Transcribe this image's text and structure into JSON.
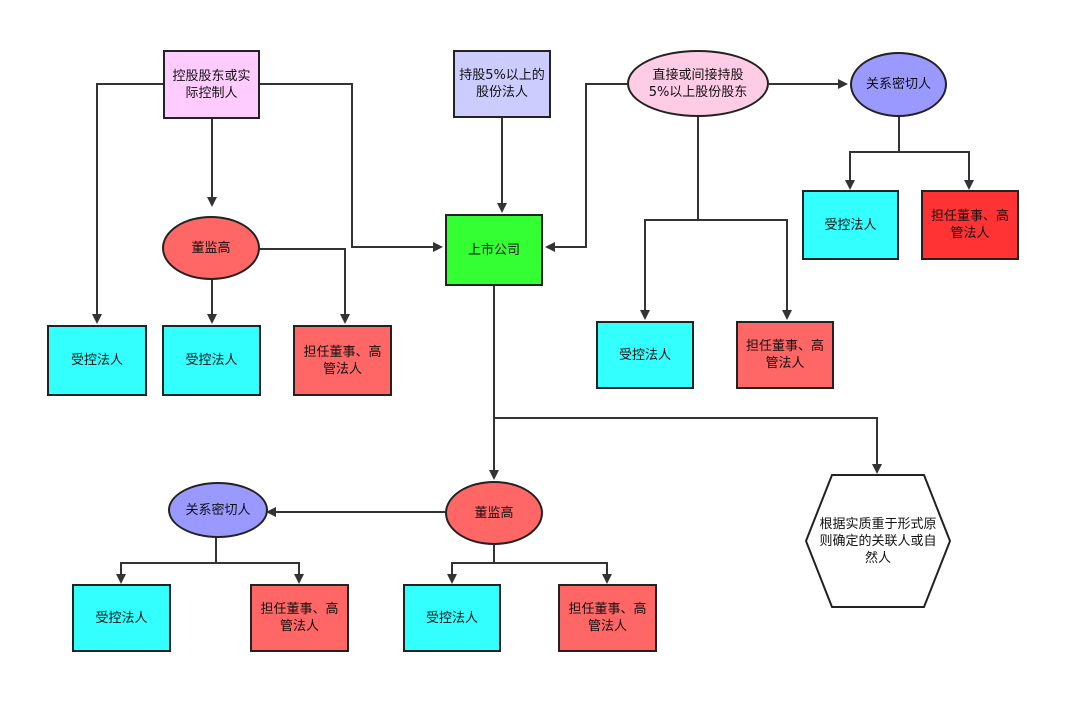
{
  "diagram": {
    "colors": {
      "pink": "#ffccff",
      "lavender": "#ccccff",
      "light_pink": "#ffcce6",
      "purple_blue": "#9999ff",
      "cyan": "#33ffff",
      "salmon": "#ff6666",
      "red": "#ff3333",
      "green": "#33ff33",
      "white": "#ffffff",
      "line": "#333333"
    },
    "nodes": {
      "controlling_shareholder": "控股股东或实际控制人",
      "holder_5pct_legal": "持股5%以上的股份法人",
      "holder_5pct_shareholder": "直接或间接持股5%以上股份股东",
      "close_relatives_top": "关系密切人",
      "controlled_legal_1": "受控法人",
      "director_legal_1": "担任董事、高管法人",
      "directors_supervisors_top": "董监高",
      "listed_company": "上市公司",
      "controlled_legal_2": "受控法人",
      "controlled_legal_3": "受控法人",
      "director_legal_2": "担任董事、高管法人",
      "controlled_legal_4": "受控法人",
      "director_legal_3": "担任董事、高管法人",
      "substance_over_form": "根据实质重于形式原则确定的关联人或自然人",
      "close_relatives_bottom": "关系密切人",
      "directors_supervisors_bottom": "董监高",
      "controlled_legal_5": "受控法人",
      "director_legal_4": "担任董事、高管法人",
      "controlled_legal_6": "受控法人",
      "director_legal_5": "担任董事、高管法人"
    }
  }
}
